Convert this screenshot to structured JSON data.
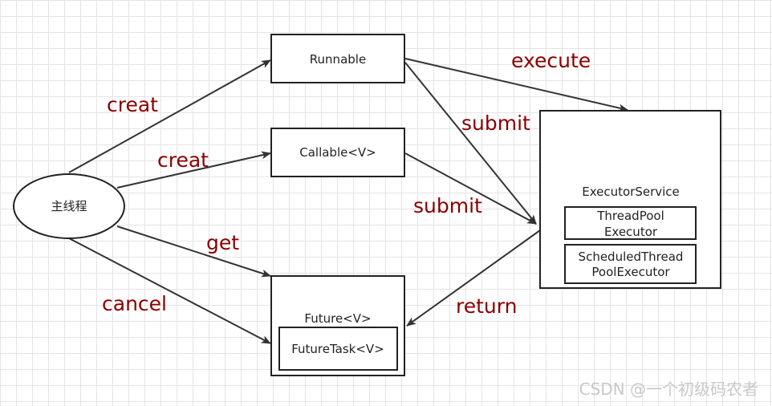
{
  "nodes": {
    "main_thread": "主线程",
    "runnable": "Runnable",
    "callable": "Callable<V>",
    "future": "Future<V>",
    "future_task": "FutureTask<V>",
    "executor_service": "ExecutorService",
    "thread_pool_executor": [
      "ThreadPool",
      "Executor"
    ],
    "scheduled_thread_pool_executor": [
      "ScheduledThread",
      "PoolExecutor"
    ]
  },
  "edges": {
    "creat_runnable": "creat",
    "creat_callable": "creat",
    "get": "get",
    "cancel": "cancel",
    "execute": "execute",
    "submit_runnable": "submit",
    "submit_callable": "submit",
    "return": "return"
  },
  "watermark": "CSDN @一个初级码农者"
}
